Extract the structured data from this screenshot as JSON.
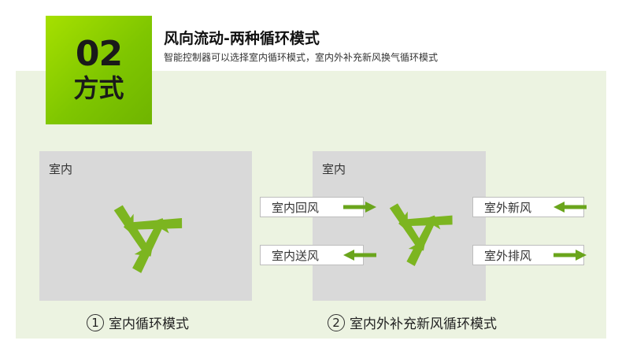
{
  "badge": {
    "number": "02",
    "word": "方式"
  },
  "header": {
    "title": "风向流动-两种循环模式",
    "subtitle": "智能控制器可以选择室内循环模式，室内外补充新风换气循环模式"
  },
  "modes": [
    {
      "room_label": "室内",
      "caption_num": "1",
      "caption": "室内循环模式"
    },
    {
      "room_label": "室内",
      "caption_num": "2",
      "caption": "室内外补充新风循环模式"
    }
  ],
  "flows": {
    "indoor_return": "室内回风",
    "indoor_supply": "室内送风",
    "outdoor_fresh": "室外新风",
    "outdoor_exhaust": "室外排风"
  },
  "colors": {
    "accent_green": "#7fc600",
    "recycle_green": "#7cb520",
    "arrow_green": "#6aa51c",
    "panel_bg": "#ecf3e1",
    "room_bg": "#d9d9d9"
  },
  "icons": {
    "recycle": "recycle-icon",
    "arrow_right": "arrow-right-icon",
    "arrow_left": "arrow-left-icon"
  }
}
